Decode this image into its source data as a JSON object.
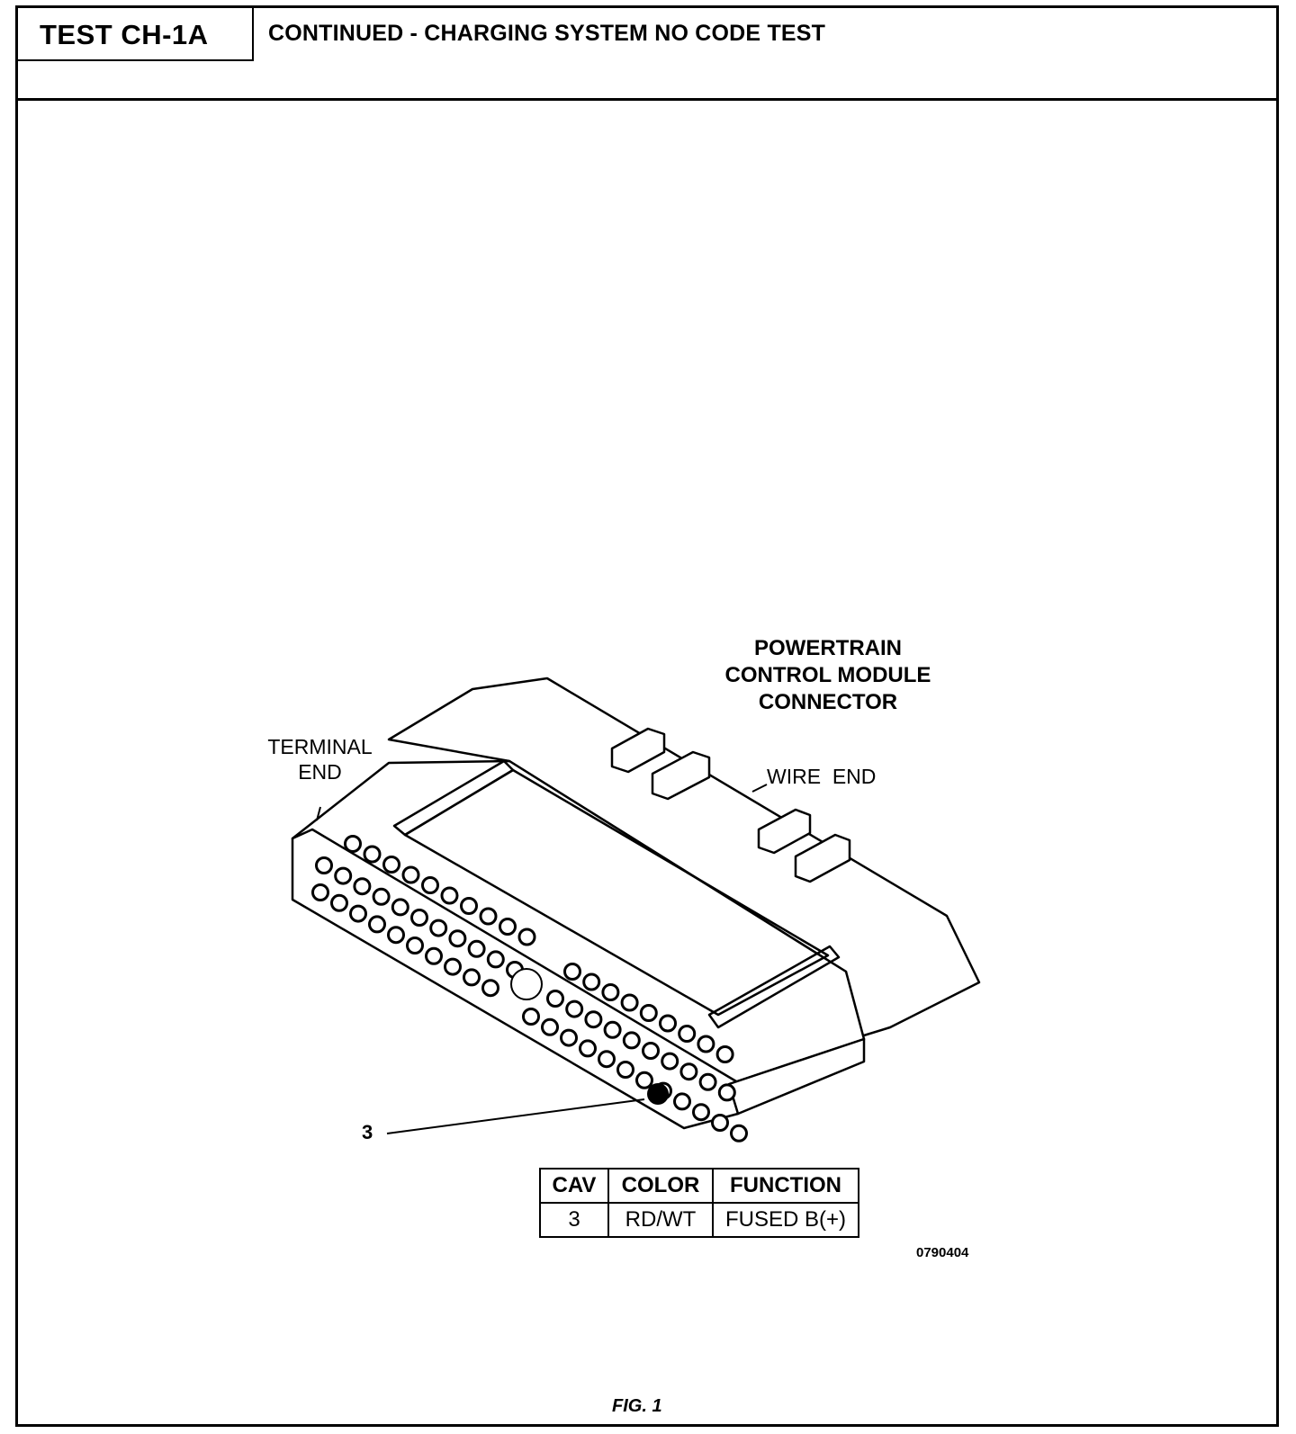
{
  "header": {
    "test_id": "TEST CH-1A",
    "title": "CONTINUED - CHARGING SYSTEM NO CODE TEST"
  },
  "diagram": {
    "component_label": "POWERTRAIN\nCONTROL MODULE\nCONNECTOR",
    "terminal_end_label": "TERMINAL\nEND",
    "wire_end_label": "WIRE  END",
    "callout_number": "3"
  },
  "table": {
    "headers": [
      "CAV",
      "COLOR",
      "FUNCTION"
    ],
    "rows": [
      [
        "3",
        "RD/WT",
        "FUSED B(+)"
      ]
    ]
  },
  "drawing_id": "0790404",
  "figure_caption": "FIG. 1"
}
